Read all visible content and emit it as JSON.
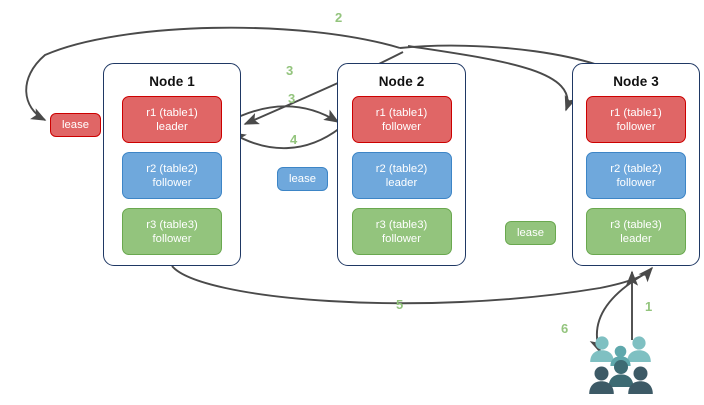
{
  "diagram": {
    "title": "Raft multi-replica lease diagram",
    "background": "#ffffff",
    "arrow_color": "#4a4a4a",
    "accent_green": "#93c47d",
    "node_border": "#1f3864"
  },
  "nodes": [
    {
      "id": "node-1",
      "title": "Node 1",
      "replicas": [
        {
          "id": "r1",
          "line1": "r1 (table1)",
          "line2": "leader",
          "color": "#e06666",
          "border": "#cc0000"
        },
        {
          "id": "r2",
          "line1": "r2 (table2)",
          "line2": "follower",
          "color": "#6fa8dc",
          "border": "#3d85c6"
        },
        {
          "id": "r3",
          "line1": "r3 (table3)",
          "line2": "follower",
          "color": "#93c47d",
          "border": "#6aa84f"
        }
      ]
    },
    {
      "id": "node-2",
      "title": "Node 2",
      "replicas": [
        {
          "id": "r1",
          "line1": "r1 (table1)",
          "line2": "follower",
          "color": "#e06666",
          "border": "#cc0000"
        },
        {
          "id": "r2",
          "line1": "r2 (table2)",
          "line2": "leader",
          "color": "#6fa8dc",
          "border": "#3d85c6"
        },
        {
          "id": "r3",
          "line1": "r3 (table3)",
          "line2": "follower",
          "color": "#93c47d",
          "border": "#6aa84f"
        }
      ]
    },
    {
      "id": "node-3",
      "title": "Node 3",
      "replicas": [
        {
          "id": "r1",
          "line1": "r1 (table1)",
          "line2": "follower",
          "color": "#e06666",
          "border": "#cc0000"
        },
        {
          "id": "r2",
          "line1": "r2 (table2)",
          "line2": "follower",
          "color": "#6fa8dc",
          "border": "#3d85c6"
        },
        {
          "id": "r3",
          "line1": "r3 (table3)",
          "line2": "leader",
          "color": "#93c47d",
          "border": "#6aa84f"
        }
      ]
    }
  ],
  "leases": [
    {
      "id": "lease-r1",
      "label": "lease",
      "variant": "red"
    },
    {
      "id": "lease-r2",
      "label": "lease",
      "variant": "blue"
    },
    {
      "id": "lease-r3",
      "label": "lease",
      "variant": "green"
    }
  ],
  "steps": [
    {
      "id": "step-1",
      "label": "1"
    },
    {
      "id": "step-2",
      "label": "2"
    },
    {
      "id": "step-3a",
      "label": "3"
    },
    {
      "id": "step-3b",
      "label": "3"
    },
    {
      "id": "step-4",
      "label": "4"
    },
    {
      "id": "step-5",
      "label": "5"
    },
    {
      "id": "step-6",
      "label": "6"
    }
  ],
  "people": {
    "id": "clients-icon",
    "back_color": "#7fc0c2",
    "front_color": "#3d5a66",
    "mid_color": "#4f7f87"
  }
}
